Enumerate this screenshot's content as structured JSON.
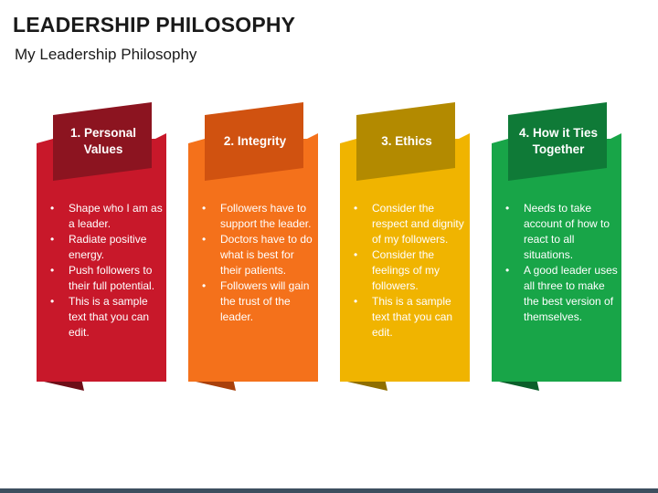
{
  "page": {
    "title": "LEADERSHIP PHILOSOPHY",
    "subtitle": "My Leadership Philosophy"
  },
  "cards": [
    {
      "heading": "1. Personal\nValues",
      "colors": {
        "body": "#c8182a",
        "tab": "#8c1420",
        "flap": "#6e0e18"
      },
      "bullets": [
        "Shape who I am as a leader.",
        "Radiate positive energy.",
        "Push followers to their full potential.",
        "This is a sample text that you can edit."
      ]
    },
    {
      "heading": "2. Integrity",
      "colors": {
        "body": "#f4711b",
        "tab": "#d05210",
        "flap": "#a9400b"
      },
      "bullets": [
        "Followers have to support the leader.",
        "Doctors have to do what is best for their patients.",
        "Followers will gain the trust of the leader."
      ]
    },
    {
      "heading": "3. Ethics",
      "colors": {
        "body": "#f0b400",
        "tab": "#b38a00",
        "flap": "#8f6e00"
      },
      "bullets": [
        "Consider the respect and dignity of my followers.",
        "Consider the feelings of my followers.",
        "This is a sample text that you can edit."
      ]
    },
    {
      "heading": "4. How it Ties\nTogether",
      "colors": {
        "body": "#18a548",
        "tab": "#0f7a37",
        "flap": "#0b5f2a"
      },
      "bullets": [
        "Needs to take account of how to react to all situations.",
        "A good leader uses all three to make the best version of themselves."
      ]
    }
  ]
}
